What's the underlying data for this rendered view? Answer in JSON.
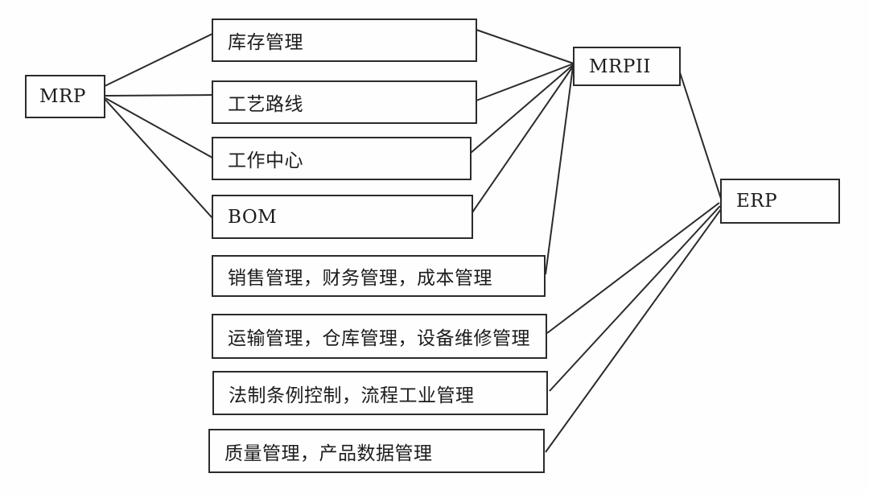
{
  "diagram": {
    "title": "MRP / MRPII / ERP evolution diagram",
    "nodes": {
      "mrp": {
        "label": "MRP"
      },
      "inventory": {
        "label": "库存管理"
      },
      "routing": {
        "label": "工艺路线"
      },
      "workcenter": {
        "label": "工作中心"
      },
      "bom": {
        "label": "BOM"
      },
      "mrpii": {
        "label": "MRPII"
      },
      "erp": {
        "label": "ERP"
      },
      "sales": {
        "label": "销售管理，财务管理，成本管理"
      },
      "transport": {
        "label": "运输管理，仓库管理，设备维修管理"
      },
      "legal": {
        "label": "法制条例控制，流程工业管理"
      },
      "quality": {
        "label": "质量管理，产品数据管理"
      }
    },
    "edges": [
      {
        "from": "mrp",
        "to": "inventory"
      },
      {
        "from": "mrp",
        "to": "routing"
      },
      {
        "from": "mrp",
        "to": "workcenter"
      },
      {
        "from": "mrp",
        "to": "bom"
      },
      {
        "from": "inventory",
        "to": "mrpii"
      },
      {
        "from": "routing",
        "to": "mrpii"
      },
      {
        "from": "workcenter",
        "to": "mrpii"
      },
      {
        "from": "bom",
        "to": "mrpii"
      },
      {
        "from": "sales",
        "to": "mrpii"
      },
      {
        "from": "mrpii",
        "to": "erp"
      },
      {
        "from": "transport",
        "to": "erp"
      },
      {
        "from": "legal",
        "to": "erp"
      },
      {
        "from": "quality",
        "to": "erp"
      }
    ],
    "colors": {
      "line": "#2b2b2b",
      "box_border": "#2b2b2b",
      "text": "#1c1c1c",
      "background": "#fefefe"
    }
  }
}
